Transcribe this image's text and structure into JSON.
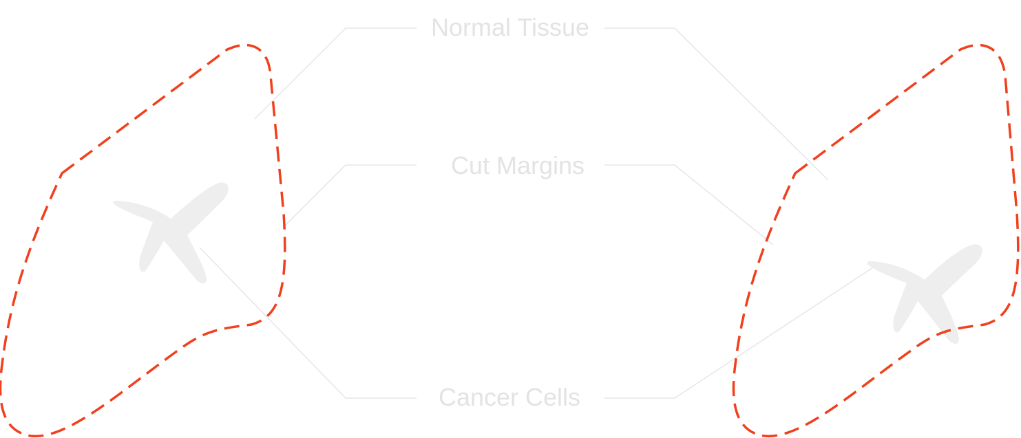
{
  "labels": {
    "normal_tissue": "Normal Tissue",
    "cut_margins": "Cut Margins",
    "cancer_cells": "Cancer Cells"
  },
  "colors": {
    "margin_outline": "#F0401E",
    "label_text": "#E3E3E3",
    "leader_line": "#E6E6E6",
    "cancer_cell": "#EEEEEE",
    "background": "#FFFFFF"
  },
  "icons": {
    "cancer_cell_shape": "cancer-cell-icon"
  }
}
